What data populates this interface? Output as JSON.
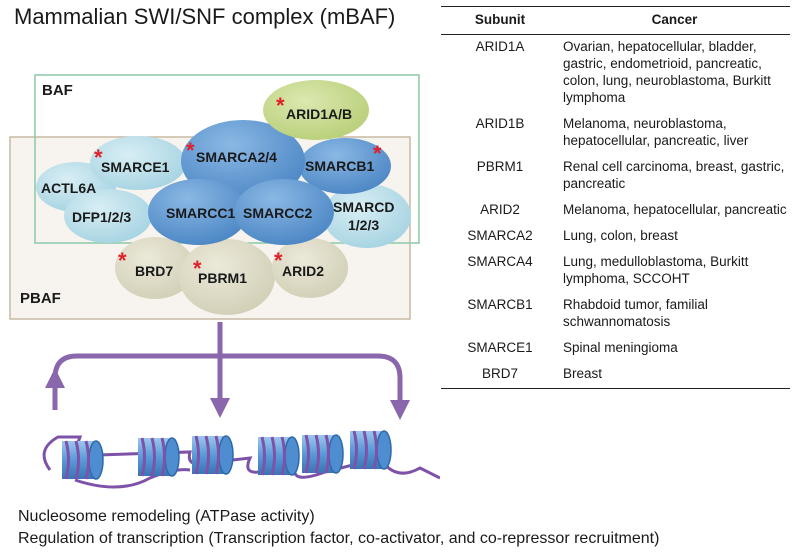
{
  "title": "Mammalian SWI/SNF complex (mBAF)",
  "complexes": {
    "baf_label": "BAF",
    "pbaf_label": "PBAF"
  },
  "subunits": {
    "arid1ab": "ARID1A/B",
    "smarce1": "SMARCE1",
    "smarca24": "SMARCA2/4",
    "smarcb1": "SMARCB1",
    "actl6a": "ACTL6A",
    "dfp123": "DFP1/2/3",
    "smarcc1": "SMARCC1",
    "smarcc2": "SMARCC2",
    "smarcd_line1": "SMARCD",
    "smarcd_line2": "1/2/3",
    "brd7": "BRD7",
    "pbrm1": "PBRM1",
    "arid2": "ARID2"
  },
  "star_symbol": "*",
  "table": {
    "headers": {
      "subunit": "Subunit",
      "cancer": "Cancer"
    },
    "rows": [
      {
        "subunit": "ARID1A",
        "cancer": "Ovarian, hepatocellular, bladder, gastric, endometrioid, pancreatic, colon, lung, neuroblastoma, Burkitt lymphoma"
      },
      {
        "subunit": "ARID1B",
        "cancer": "Melanoma, neuroblastoma, hepatocellular, pancreatic, liver"
      },
      {
        "subunit": "PBRM1",
        "cancer": "Renal cell carcinoma, breast, gastric, pancreatic"
      },
      {
        "subunit": "ARID2",
        "cancer": "Melanoma, hepatocellular, pancreatic"
      },
      {
        "subunit": "SMARCA2",
        "cancer": "Lung, colon, breast"
      },
      {
        "subunit": "SMARCA4",
        "cancer": "Lung, medulloblastoma, Burkitt lymphoma, SCCOHT"
      },
      {
        "subunit": "SMARCB1",
        "cancer": "Rhabdoid tumor, familial schwannomatosis"
      },
      {
        "subunit": "SMARCE1",
        "cancer": "Spinal meningioma"
      },
      {
        "subunit": "BRD7",
        "cancer": "Breast"
      }
    ]
  },
  "footer": {
    "line1": "Nucleosome remodeling (ATPase activity)",
    "line2": "Regulation of transcription (Transcription factor, co-activator, and co-repressor recruitment)"
  },
  "colors": {
    "baf_border": "#8cc9a6",
    "pbaf_border": "#c8b9a4",
    "pbaf_fill": "#f7f3ee",
    "light_blue": "#b4dde8",
    "dark_blue": "#5a95d0",
    "green": "#c4d88c",
    "beige": "#dcd9c4",
    "arrow_purple": "#8a66ac",
    "nucleosome_blue": "#4e8ed0",
    "dna_purple": "#7d52a8",
    "star_red": "#e0202a"
  }
}
